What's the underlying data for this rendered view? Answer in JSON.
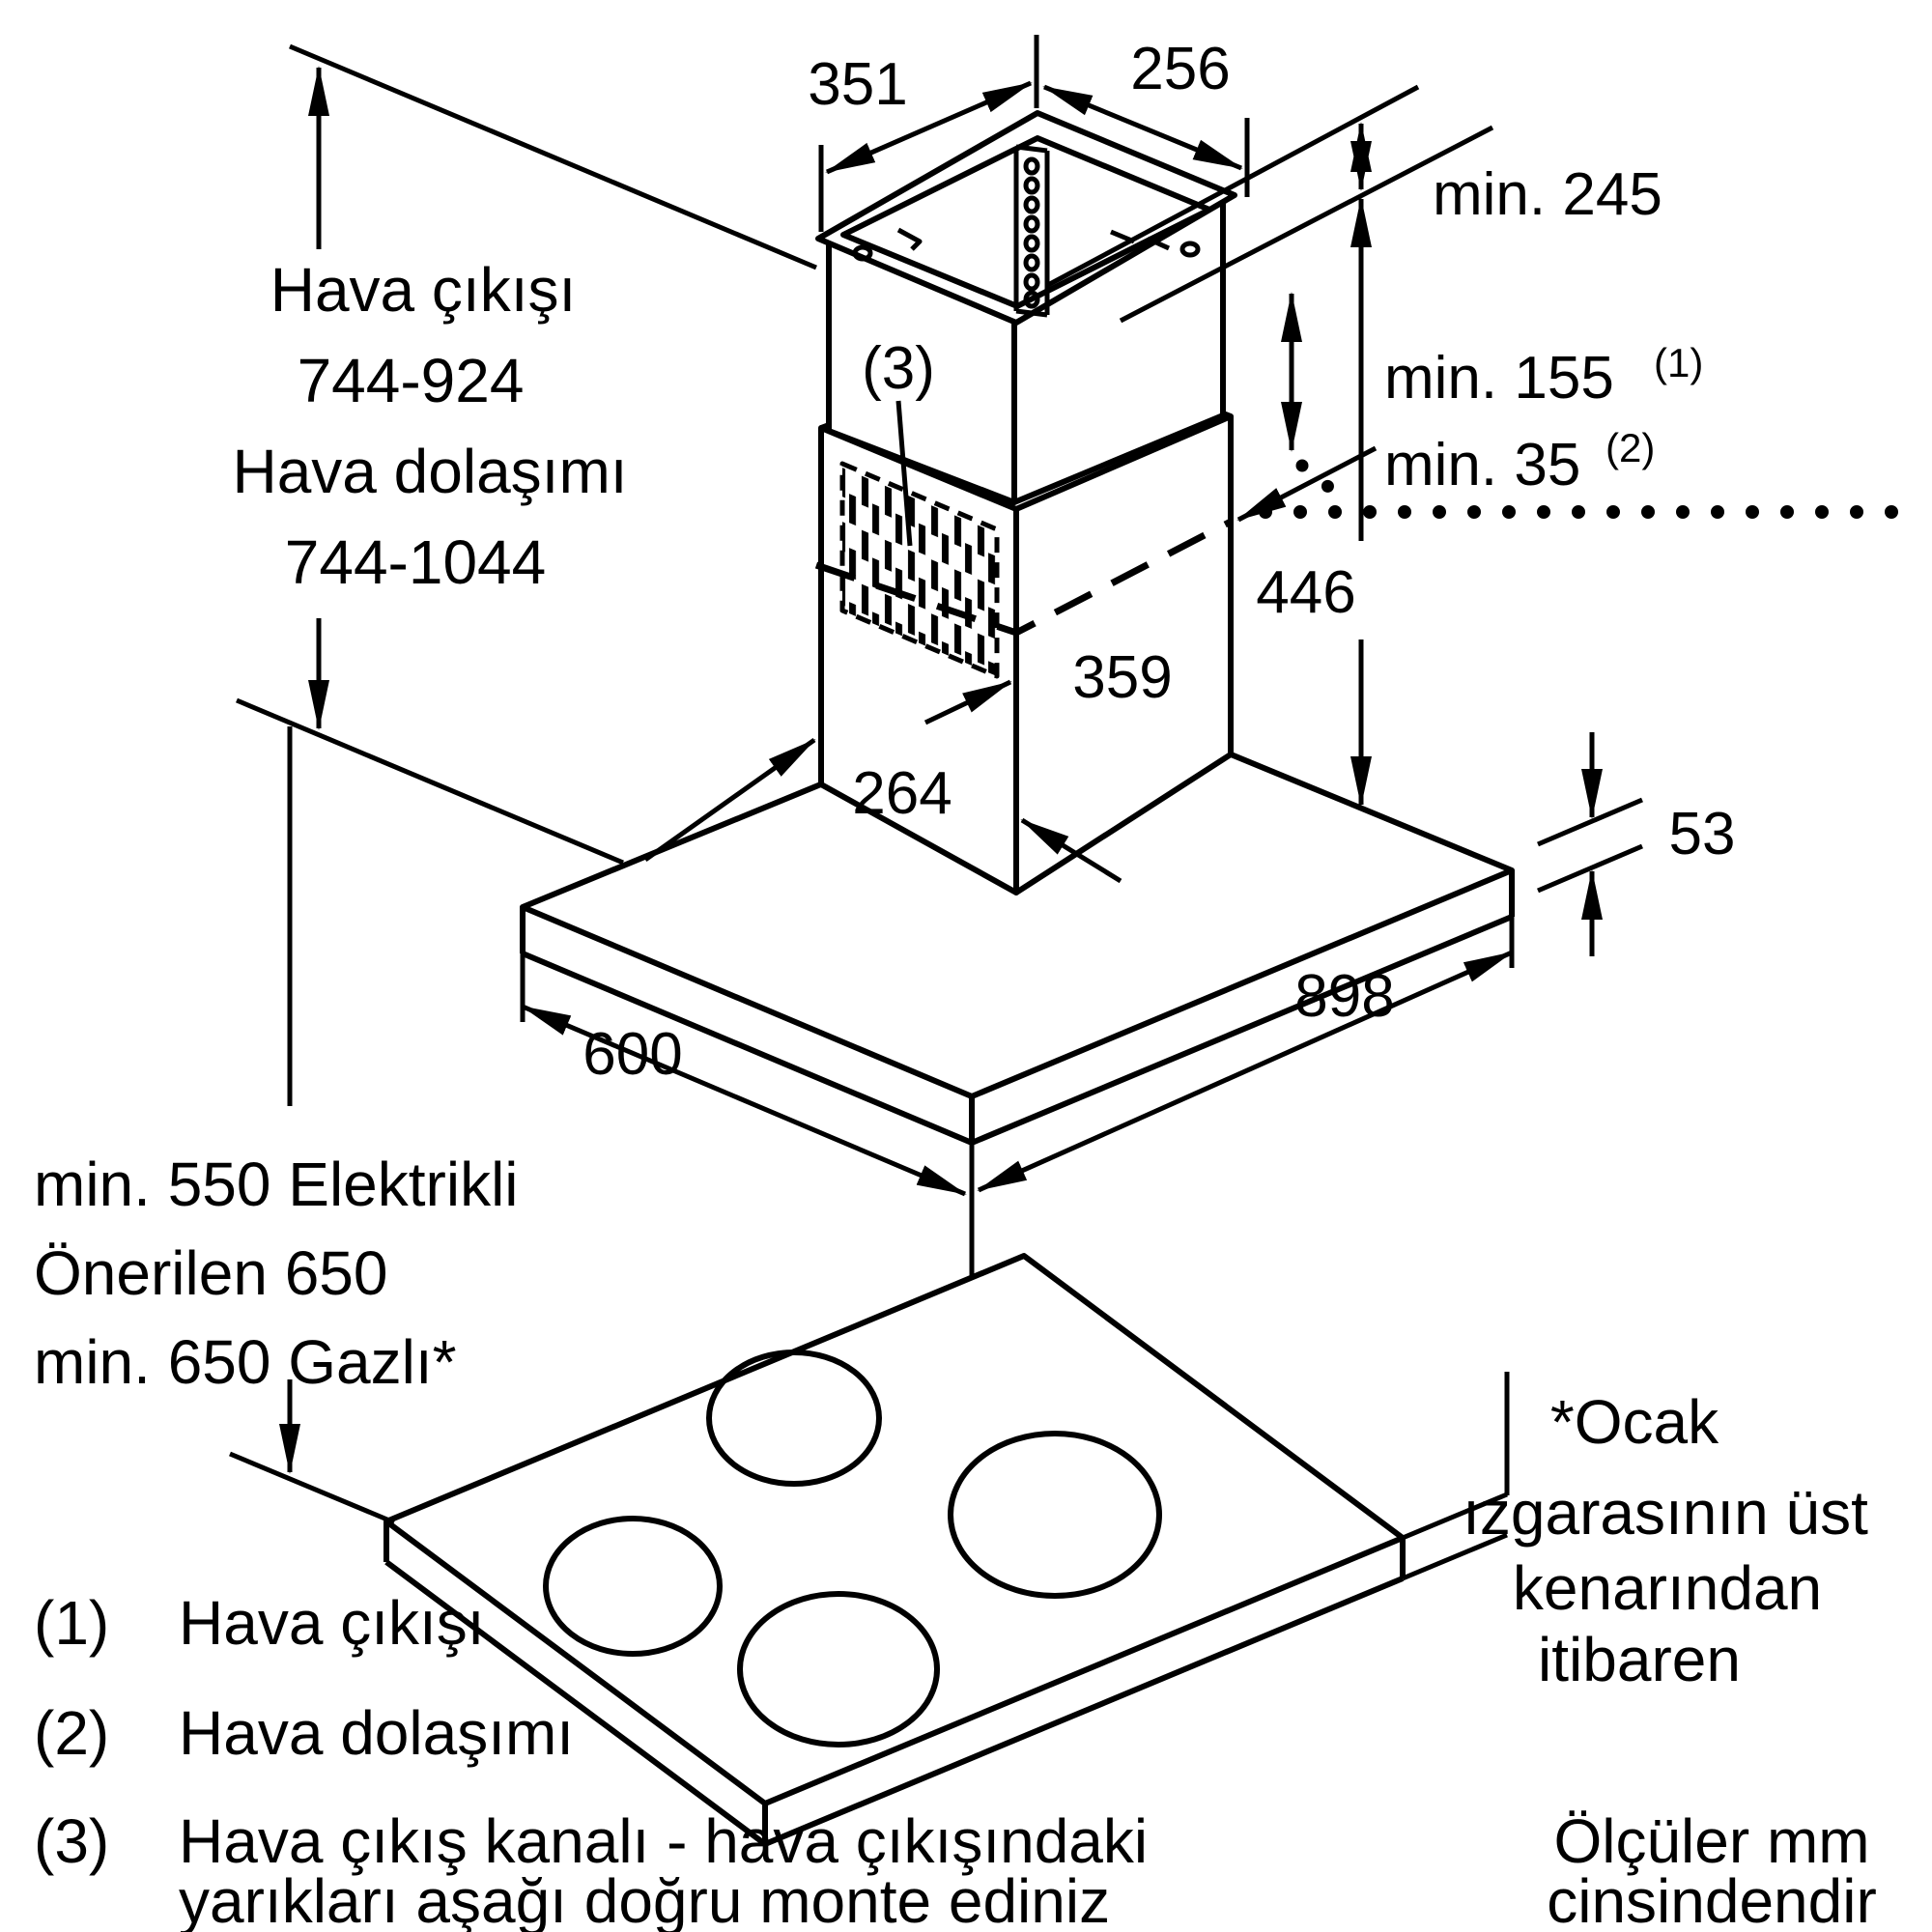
{
  "diagram": {
    "top_dims": {
      "d351": "351",
      "d256": "256"
    },
    "right_dims": {
      "min245": "min. 245",
      "min155": "min. 155",
      "min155_sup": "(1)",
      "min35": "min. 35",
      "min35_sup": "(2)",
      "d446": "446",
      "d359": "359"
    },
    "body_dims": {
      "d264": "264",
      "d53": "53",
      "label3": "(3)"
    },
    "canopy_dims": {
      "d600": "600",
      "d898": "898"
    },
    "left_dims": {
      "line1": "Hava çıkışı",
      "line2": "744-924",
      "line3": "Hava dolaşımı",
      "line4": "744-1044"
    },
    "clearance": {
      "line1": "min. 550 Elektrikli",
      "line2": "Önerilen 650",
      "line3": "min. 650 Gazlı*"
    },
    "legend": {
      "item1_num": "(1)",
      "item1_text": "Hava çıkışı",
      "item2_num": "(2)",
      "item2_text": "Hava dolaşımı",
      "item3_num": "(3)",
      "item3_text": "Hava çıkış kanalı - hava çıkışındaki",
      "item3_text2": "yarıkları aşağı doğru monte ediniz"
    },
    "footnote": {
      "line1": "*Ocak",
      "line2": "ızgarasının üst",
      "line3": "kenarından",
      "line4": "itibaren"
    },
    "units": {
      "line1": "Ölçüler mm",
      "line2": "cinsindendir"
    }
  }
}
